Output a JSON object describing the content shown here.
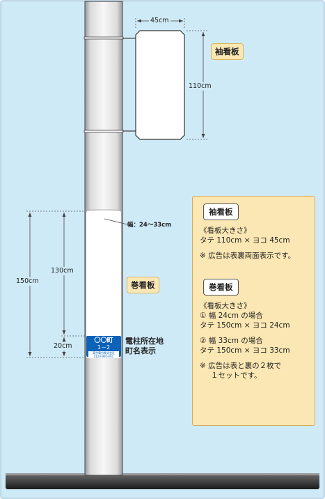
{
  "colors": {
    "sky": "#cfeaf7",
    "pole": "#f2f2f2",
    "info_box": "#fbe7b3",
    "area_sign": "#0c62b8"
  },
  "labels": {
    "sode_width": "45cm",
    "sode_height": "110cm",
    "sode_tag": "袖看板",
    "maki_width": "幅：24～33cm",
    "maki_total": "150cm",
    "maki_height": "130cm",
    "maki_base": "20cm",
    "maki_tag": "巻看板",
    "area_sign_caption_1": "電柱所在地",
    "area_sign_caption_2": "町名表示"
  },
  "area_sign": {
    "line1": "〇〇町",
    "line2": "1－2",
    "line3": "東京電力株式会社 0120-995-001"
  },
  "info": {
    "sode": {
      "title": "袖看板",
      "size_heading": "《看板大きさ》",
      "size_line": "タテ 110cm × ヨコ 45cm",
      "note": "※ 広告は表裏両面表示です。"
    },
    "maki": {
      "title": "巻看板",
      "size_heading": "《看板大きさ》",
      "case1_title": "① 幅 24cm の場合",
      "case1_size": "タテ 150cm × ヨコ 24cm",
      "case2_title": "② 幅 33cm の場合",
      "case2_size": "タテ 150cm × ヨコ 33cm",
      "note_line1": "※ 広告は表と裏の２枚で",
      "note_line2": "１セットです。"
    }
  }
}
